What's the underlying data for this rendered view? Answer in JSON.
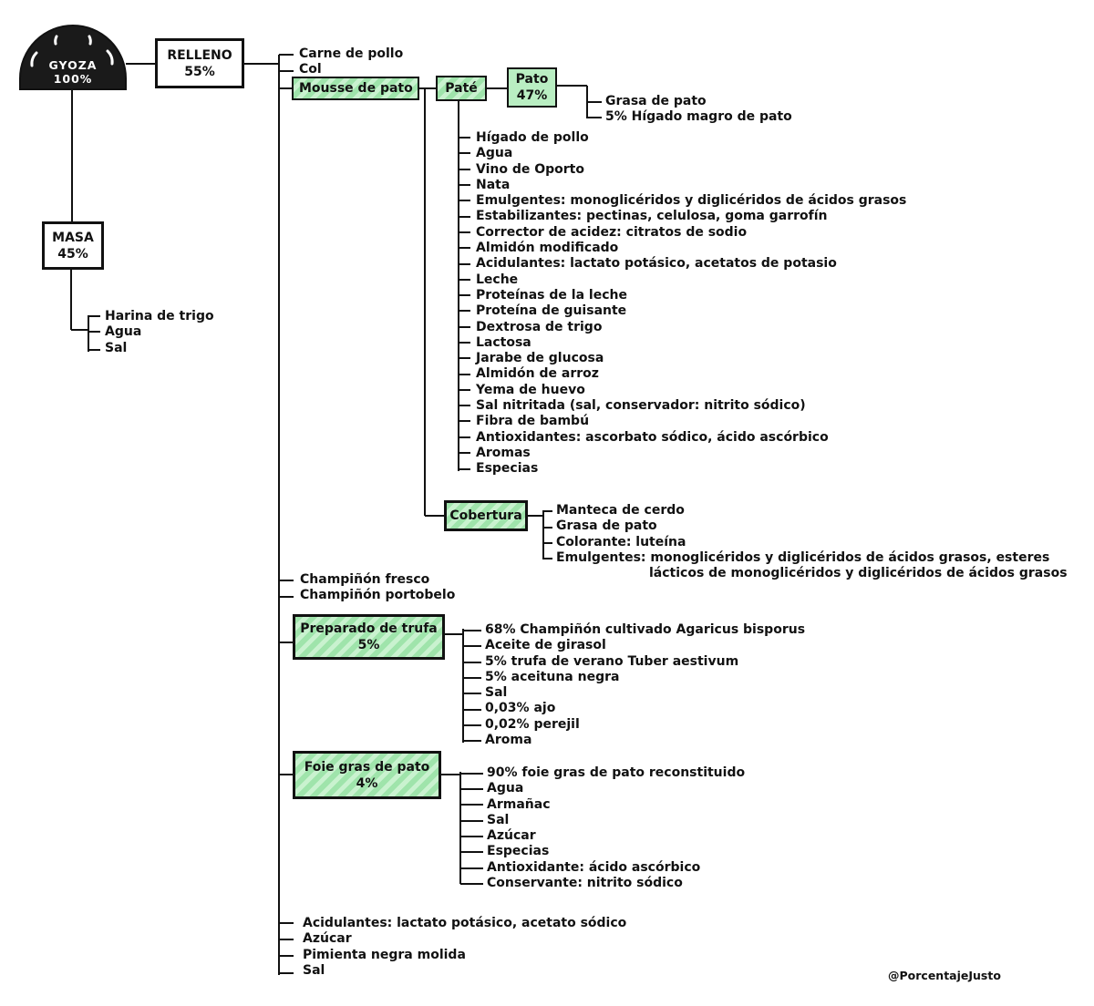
{
  "root": {
    "name": "GYOZA",
    "pct": "100%"
  },
  "masa": {
    "name": "MASA",
    "pct": "45%",
    "items": [
      "Harina de trigo",
      "Agua",
      "Sal"
    ]
  },
  "relleno": {
    "name": "RELLENO",
    "pct": "55%",
    "top_items": [
      "Carne de pollo",
      "Col"
    ],
    "champinon_items": [
      "Champiñón fresco",
      "Champiñón portobelo"
    ],
    "bottom_items": [
      "Acidulantes: lactato potásico, acetato sódico",
      "Azúcar",
      "Pimienta negra molida",
      "Sal"
    ]
  },
  "mousse": {
    "name": "Mousse de pato",
    "pate": {
      "name": "Paté",
      "pato": {
        "name": "Pato",
        "pct": "47%",
        "items": [
          "Grasa de pato",
          "5% Hígado magro de pato"
        ]
      },
      "items": [
        "Hígado de pollo",
        "Agua",
        "Vino de Oporto",
        "Nata",
        "Emulgentes: monoglicéridos y diglicéridos de ácidos grasos",
        "Estabilizantes: pectinas, celulosa, goma garrofín",
        "Corrector de acidez: citratos de sodio",
        "Almidón modificado",
        "Acidulantes: lactato potásico, acetatos de potasio",
        "Leche",
        "Proteínas de la leche",
        "Proteína de guisante",
        "Dextrosa de trigo",
        "Lactosa",
        "Jarabe de glucosa",
        "Almidón de arroz",
        "Yema de huevo",
        "Sal nitritada (sal, conservador: nitrito sódico)",
        "Fibra de bambú",
        "Antioxidantes: ascorbato sódico, ácido ascórbico",
        "Aromas",
        "Especias"
      ]
    },
    "cobertura": {
      "name": "Cobertura",
      "items": [
        "Manteca de cerdo",
        "Grasa de pato",
        "Colorante: luteína",
        "Emulgentes: monoglicéridos y diglicéridos de ácidos grasos, esteres"
      ],
      "item_continuation": "lácticos de monoglicéridos y diglicéridos de ácidos grasos"
    }
  },
  "trufa": {
    "name": "Preparado de trufa",
    "pct": "5%",
    "items": [
      "68% Champiñón cultivado Agaricus bisporus",
      "Aceite de girasol",
      "5% trufa de verano Tuber aestivum",
      "5% aceituna negra",
      "Sal",
      "0,03% ajo",
      "0,02% perejil",
      "Aroma"
    ]
  },
  "foie": {
    "name": "Foie gras de pato",
    "pct": "4%",
    "items": [
      "90% foie gras de pato reconstituido",
      "Agua",
      "Armañac",
      "Sal",
      "Azúcar",
      "Especias",
      "Antioxidante: ácido ascórbico",
      "Conservante: nitrito sódico"
    ]
  },
  "credit": "@PorcentajeJusto",
  "colors": {
    "ink": "#111111",
    "highlight": "#9fe4ab",
    "root_fill": "#1a1a1a"
  }
}
